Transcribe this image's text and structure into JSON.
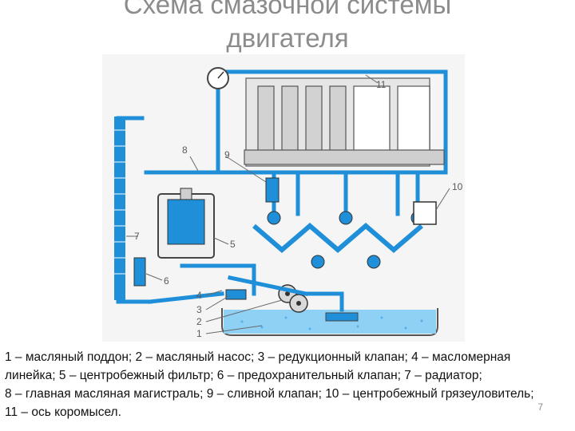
{
  "slide": {
    "title_line1": "Схема смазочной системы",
    "title_line2": "двигателя",
    "page_number": "7"
  },
  "diagram": {
    "callouts": [
      "1",
      "2",
      "3",
      "4",
      "5",
      "6",
      "7",
      "8",
      "9",
      "10",
      "11"
    ]
  },
  "caption": {
    "line1": "1 – масляный поддон; 2 – масляный насос; 3 – редукционный клапан; 4 – масломерная",
    "line2": "линейка; 5 – центробежный фильтр; 6 – предохранительный клапан; 7 – радиатор;",
    "line3": "8 – главная масляная магистраль; 9 – сливной клапан; 10 – центробежный грязеуловитель;",
    "line4": "11 – ось коромысел."
  },
  "colors": {
    "oil": "#1e8fd8",
    "oil_light": "#8fd0f5",
    "metal_fill": "#e6e6e6",
    "diagram_background": "#f5f5f5"
  }
}
